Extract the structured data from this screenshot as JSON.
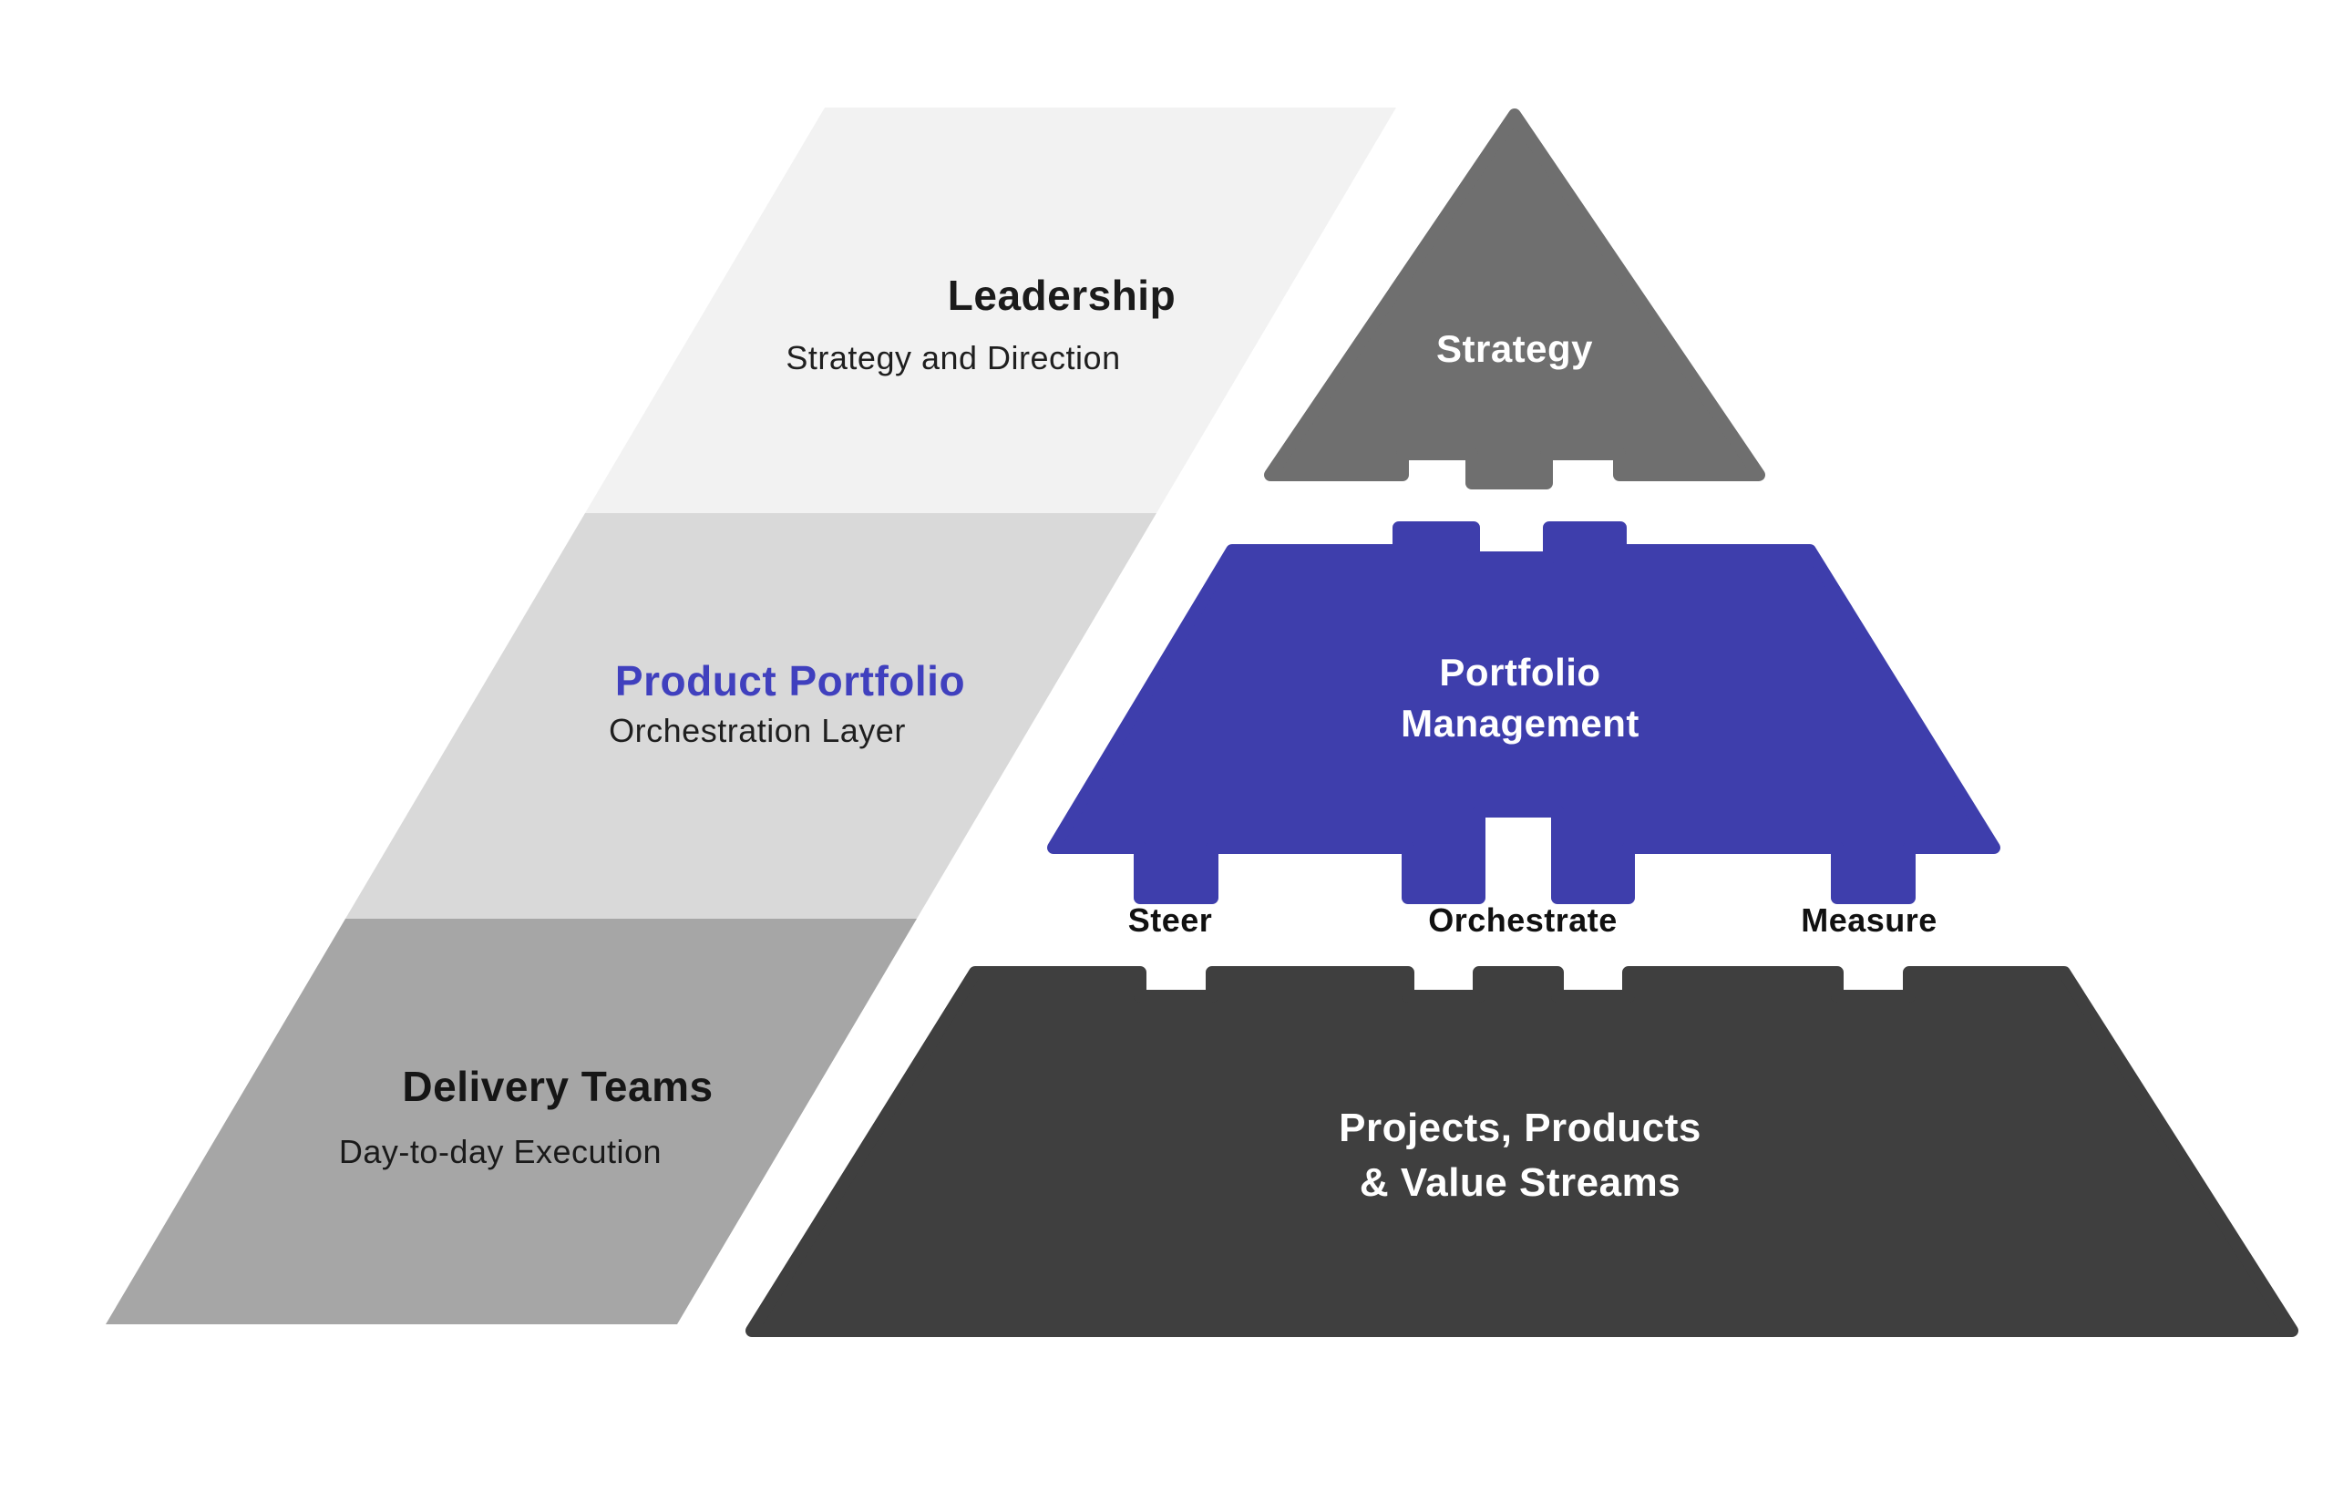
{
  "page": {
    "background": "#FFFFFF"
  },
  "ribbon": {
    "bands": [
      {
        "id": "leadership",
        "title": "Leadership",
        "subtitle": "Strategy and Direction",
        "fill": "#F2F2F2",
        "title_color": "#1B1B1B",
        "subtitle_color": "#1F1F1F"
      },
      {
        "id": "product-portfolio",
        "title": "Product Portfolio",
        "subtitle": "Orchestration Layer",
        "fill": "#D9D9D9",
        "title_color": "#4040BE",
        "subtitle_color": "#1F1F1F"
      },
      {
        "id": "delivery-teams",
        "title": "Delivery Teams",
        "subtitle": "Day-to-day Execution",
        "fill": "#A6A6A6",
        "title_color": "#161616",
        "subtitle_color": "#1A1A1A"
      }
    ]
  },
  "pyramid": {
    "strategy": {
      "label": "Strategy",
      "fill": "#6F6F6F",
      "text_color": "#FFFFFF"
    },
    "portfolio": {
      "line1": "Portfolio",
      "line2": "Management",
      "fill": "#3E3EAC",
      "text_color": "#FFFFFF"
    },
    "base": {
      "line1": "Projects, Products",
      "line2": "& Value Streams",
      "fill": "#3F3F3F",
      "text_color": "#FFFFFF"
    },
    "connector_labels": [
      "Steer",
      "Orchestrate",
      "Measure"
    ],
    "connector_color": "#111111"
  }
}
